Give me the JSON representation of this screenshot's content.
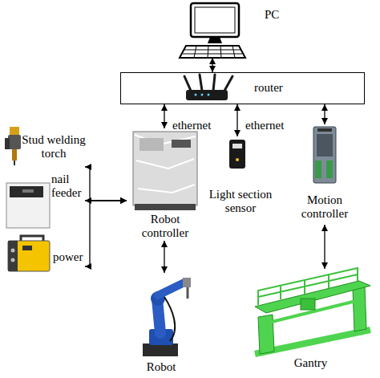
{
  "diagram": {
    "nodes": [
      {
        "text": [
          "PC"
        ]
      },
      {
        "text": [
          "router"
        ]
      },
      {
        "text": [
          "Stud welding torch"
        ]
      },
      {
        "text": [
          "nail feeder"
        ]
      },
      {
        "text": [
          "power"
        ]
      },
      {
        "text": [
          "Robot controller"
        ]
      },
      {
        "text": [
          "Light section sensor"
        ]
      },
      {
        "text": [
          "Motion controller"
        ]
      },
      {
        "text": [
          "Robot"
        ]
      },
      {
        "text": [
          "Gantry"
        ]
      }
    ],
    "edges": [
      {
        "from": 0,
        "to": 1,
        "arrow": "both"
      },
      {
        "from": 1,
        "to": 5,
        "label": "ethernet",
        "arrow": "both"
      },
      {
        "from": 1,
        "to": 6,
        "label": "ethernet",
        "arrow": "both"
      },
      {
        "from": 1,
        "to": 7,
        "arrow": "both"
      },
      {
        "from": 2,
        "to": 5,
        "arrow": "both"
      },
      {
        "from": 3,
        "to": 5,
        "arrow": "both"
      },
      {
        "from": 4,
        "to": 5,
        "arrow": "both"
      },
      {
        "from": 5,
        "to": 8,
        "arrow": "both"
      },
      {
        "from": 7,
        "to": 9,
        "arrow": "both"
      }
    ]
  }
}
